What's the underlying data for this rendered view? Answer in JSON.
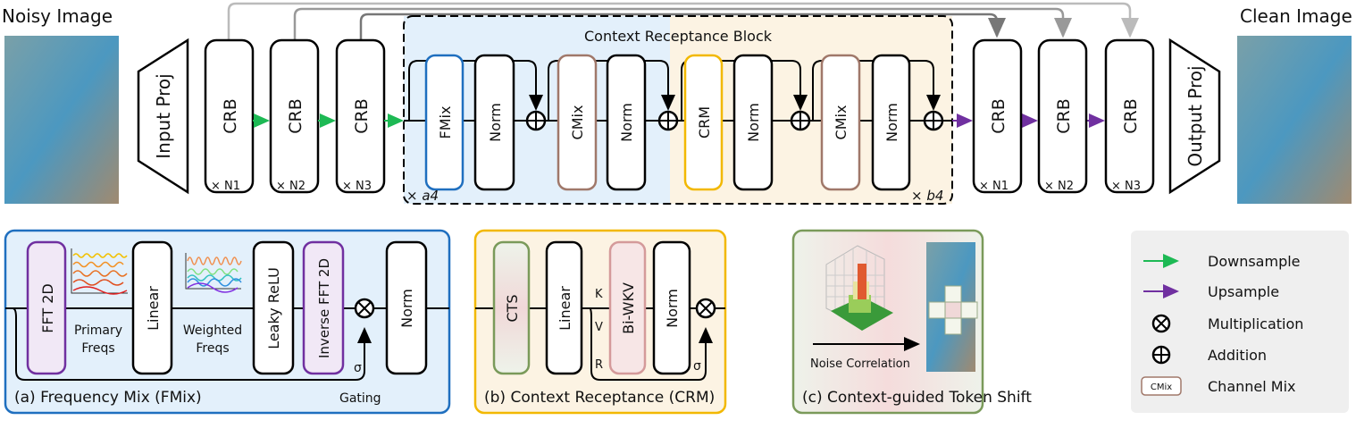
{
  "top": {
    "noisy_label": "Noisy Image",
    "clean_label": "Clean Image",
    "input_proj": "Input Proj",
    "output_proj": "Output Proj",
    "crb": "CRB",
    "encoder_mult": [
      "× N1",
      "× N2",
      "× N3"
    ],
    "decoder_mult": [
      "× N1",
      "× N2",
      "× N3"
    ],
    "block_title": "Context Receptance Block",
    "block_items": [
      "FMix",
      "Norm",
      "CMix",
      "Norm",
      "CRM",
      "Norm",
      "CMix",
      "Norm"
    ],
    "mult_a": "× a4",
    "mult_b": "× b4"
  },
  "fmix": {
    "caption": "(a) Frequency Mix (FMix)",
    "fft": "FFT 2D",
    "primary": [
      "Primary",
      "Freqs"
    ],
    "linear": "Linear",
    "weighted": [
      "Weighted",
      "Freqs"
    ],
    "leaky": "Leaky ReLU",
    "ifft": "Inverse FFT 2D",
    "norm": "Norm",
    "sigma": "σ",
    "gating": "Gating"
  },
  "crm": {
    "caption": "(b) Context Receptance (CRM)",
    "cts": "CTS",
    "linear": "Linear",
    "k": "K",
    "v": "V",
    "r": "R",
    "biwkv": "Bi-WKV",
    "norm": "Norm",
    "sigma": "σ"
  },
  "cts": {
    "caption": "(c) Context-guided Token Shift",
    "noise": "Noise Correlation"
  },
  "legend": {
    "items": [
      {
        "label": "Downsample",
        "color": "#1db954",
        "icon": "green-arrow-icon"
      },
      {
        "label": "Upsample",
        "color": "#7030a0",
        "icon": "purple-arrow-icon"
      },
      {
        "label": "Multiplication",
        "icon": "circle-times-icon"
      },
      {
        "label": "Addition",
        "icon": "circle-plus-icon"
      },
      {
        "label": "Channel Mix",
        "icon": "cmix-box-icon",
        "box_text": "CMix"
      }
    ]
  },
  "colors": {
    "fmix": "#1f6fbf",
    "cmix": "#a0786a",
    "crm": "#f2b800",
    "fft": "#7030a0",
    "cts": "#7a9a5a",
    "down": "#1db954",
    "up": "#7030a0"
  }
}
